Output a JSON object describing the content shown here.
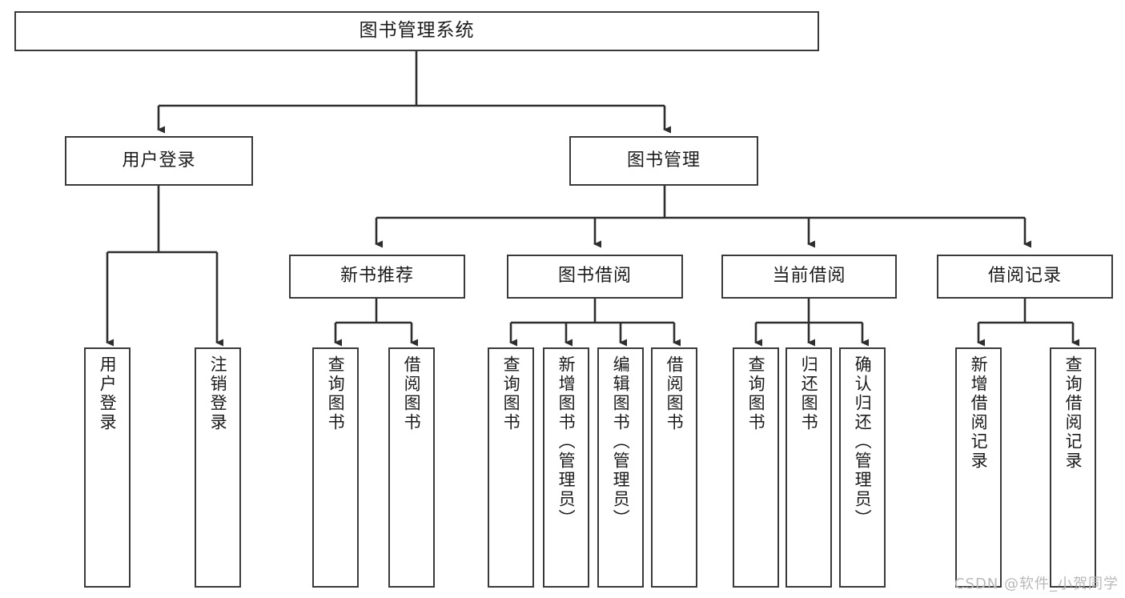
{
  "diagram": {
    "type": "tree",
    "title": "图书管理系统",
    "orientation": "top-down",
    "colors": {
      "box_border": "#3a3a3a",
      "box_fill": "#ffffff",
      "connector": "#2e2e2e",
      "text": "#1b1b1b",
      "watermark": "#b9b9b9",
      "background": "#ffffff"
    },
    "root": {
      "label": "图书管理系统"
    },
    "level2": [
      {
        "label": "用户登录"
      },
      {
        "label": "图书管理"
      }
    ],
    "level3": [
      {
        "label": "新书推荐"
      },
      {
        "label": "图书借阅"
      },
      {
        "label": "当前借阅"
      },
      {
        "label": "借阅记录"
      }
    ],
    "leaves": {
      "user_login": [
        {
          "label": "用户登录"
        },
        {
          "label": "注销登录"
        }
      ],
      "new_book_recommend": [
        {
          "label": "查询图书"
        },
        {
          "label": "借阅图书"
        }
      ],
      "book_borrow": [
        {
          "label": "查询图书"
        },
        {
          "label": "新增图书（管理员）"
        },
        {
          "label": "编辑图书（管理员）"
        },
        {
          "label": "借阅图书"
        }
      ],
      "current_borrow": [
        {
          "label": "查询图书"
        },
        {
          "label": "归还图书"
        },
        {
          "label": "确认归还（管理员）"
        }
      ],
      "borrow_record": [
        {
          "label": "新增借阅记录"
        },
        {
          "label": "查询借阅记录"
        }
      ]
    }
  },
  "watermark": {
    "text": "CSDN @软件_小贺同学"
  }
}
